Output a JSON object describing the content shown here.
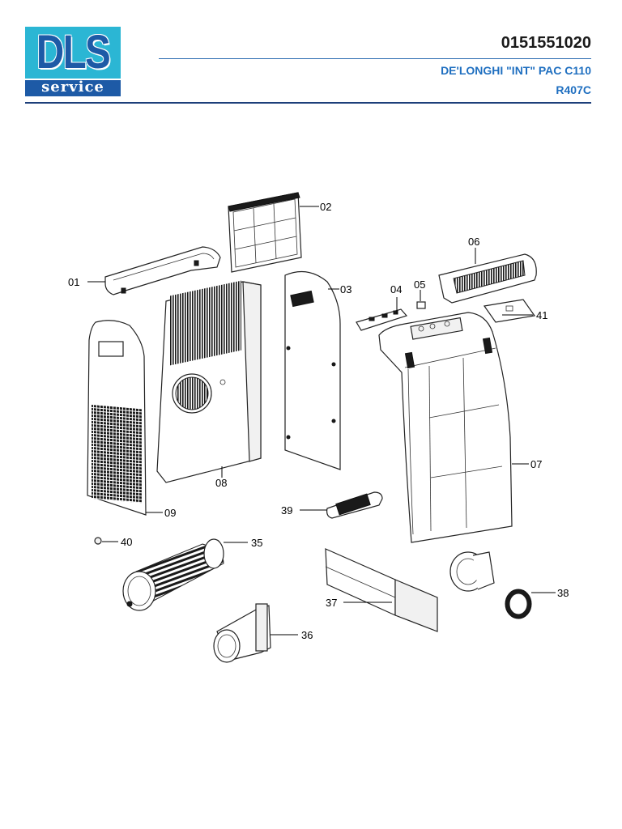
{
  "logo": {
    "letters": "DLS",
    "tagline": "service",
    "colors": {
      "top": "#2bb6d4",
      "bottom": "#1d5aa6"
    }
  },
  "header": {
    "code": "0151551020",
    "model": "DE'LONGHI \"INT\" PAC C110",
    "refrigerant": "R407C",
    "colors": {
      "accent": "#1f6fc0",
      "rule": "#1d3f7a"
    }
  },
  "parts": [
    {
      "id": "p01",
      "label": "01"
    },
    {
      "id": "p02",
      "label": "02"
    },
    {
      "id": "p03",
      "label": "03"
    },
    {
      "id": "p04",
      "label": "04"
    },
    {
      "id": "p05",
      "label": "05"
    },
    {
      "id": "p06",
      "label": "06"
    },
    {
      "id": "p07",
      "label": "07"
    },
    {
      "id": "p08",
      "label": "08"
    },
    {
      "id": "p09",
      "label": "09"
    },
    {
      "id": "p35",
      "label": "35"
    },
    {
      "id": "p36",
      "label": "36"
    },
    {
      "id": "p37",
      "label": "37"
    },
    {
      "id": "p38",
      "label": "38"
    },
    {
      "id": "p39",
      "label": "39"
    },
    {
      "id": "p40",
      "label": "40"
    },
    {
      "id": "p41",
      "label": "41"
    }
  ]
}
